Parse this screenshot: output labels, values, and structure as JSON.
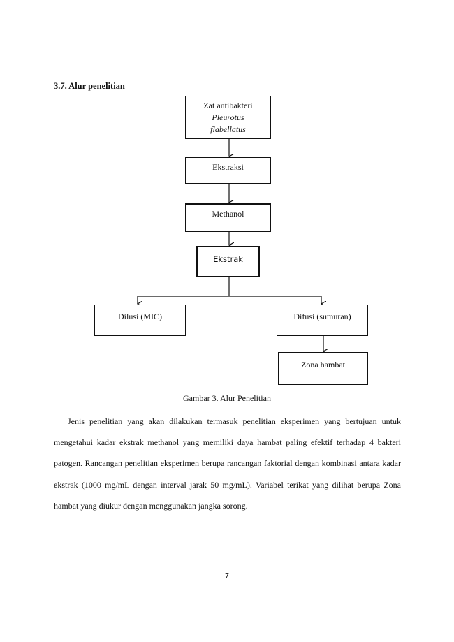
{
  "section": {
    "heading": "3.7. Alur penelitian"
  },
  "flowchart": {
    "box_top": {
      "line1": "Zat antibakteri",
      "line2": "Pleurotus",
      "line3": "flabellatus"
    },
    "box_ekstraksi": "Ekstraksi",
    "box_methanol": "Methanol",
    "box_ekstrak": "Ekstrak",
    "box_dilusi": "Dilusi (MIC)",
    "box_difusi": "Difusi (sumuran)",
    "box_zona": "Zona hambat"
  },
  "caption": "Gambar 3. Alur Penelitian",
  "paragraph": "Jenis penelitian yang akan dilakukan termasuk penelitian eksperimen yang bertujuan untuk mengetahui kadar ekstrak methanol yang memiliki daya hambat paling efektif terhadap 4 bakteri patogen. Rancangan penelitian eksperimen berupa rancangan faktorial dengan kombinasi antara kadar ekstrak (1000 mg/mL dengan interval jarak 50 mg/mL). Variabel terikat yang dilihat berupa Zona hambat yang diukur dengan menggunakan jangka sorong.",
  "page_number": "7"
}
